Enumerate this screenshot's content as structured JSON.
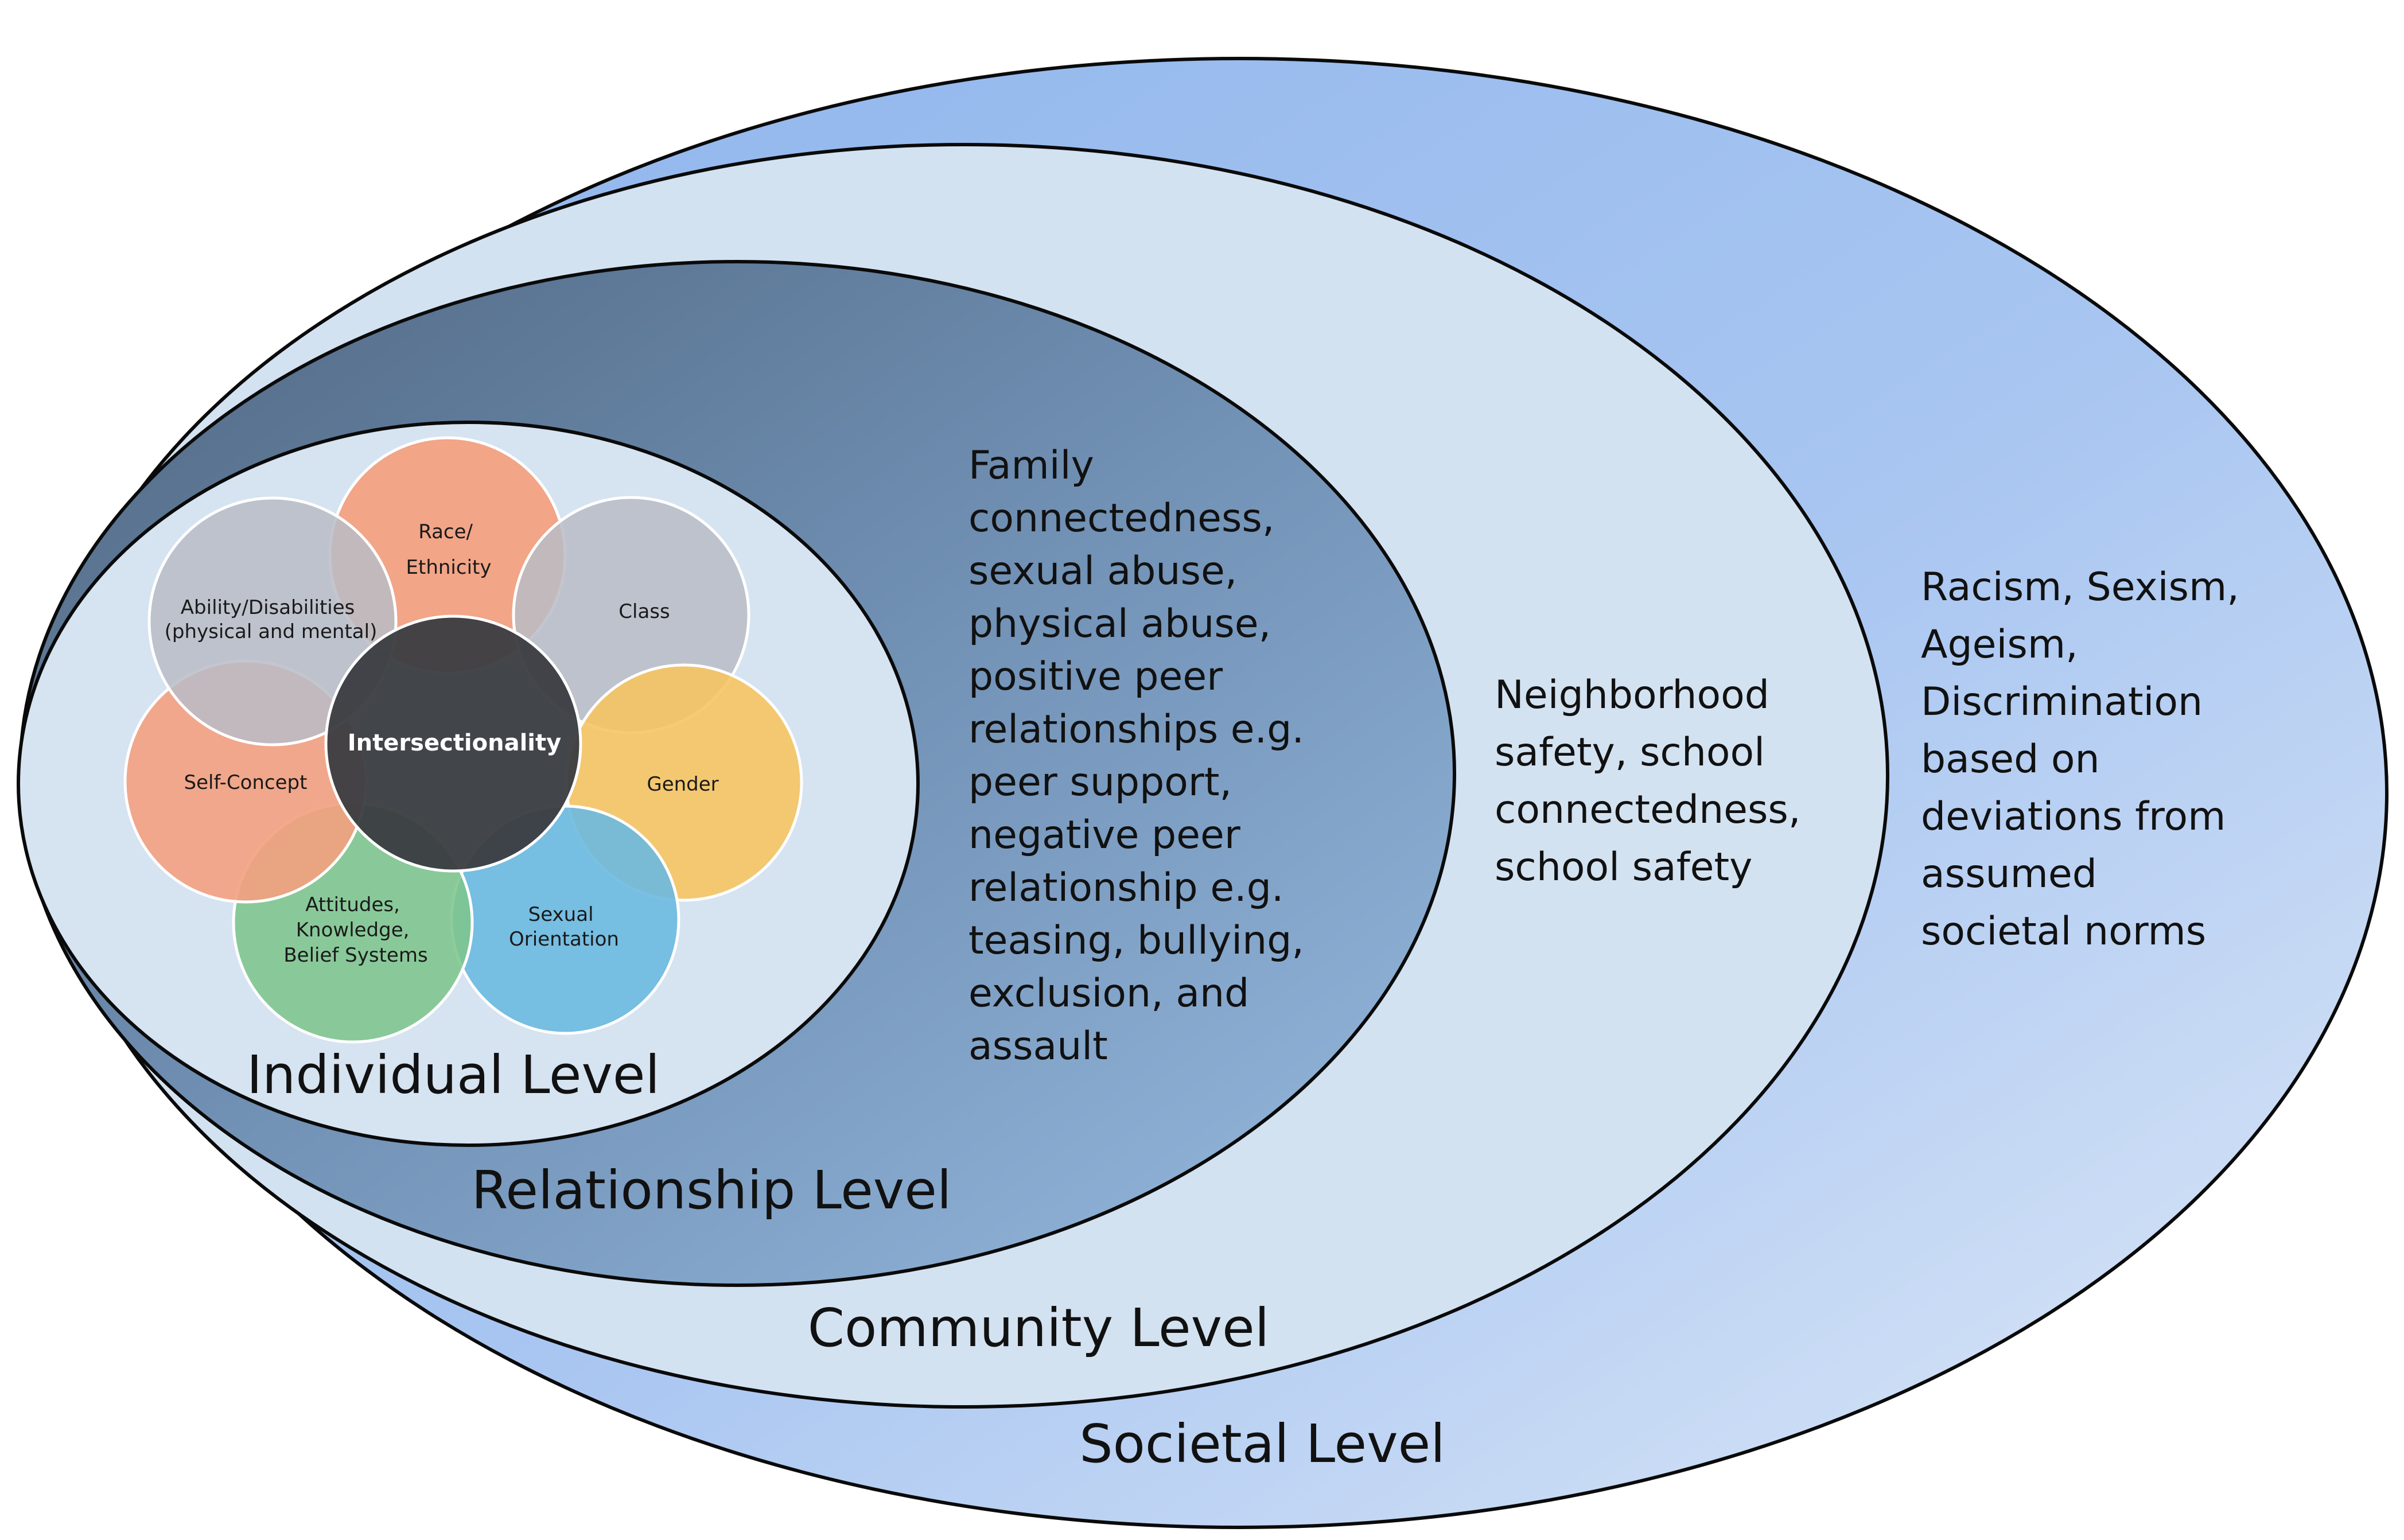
{
  "levels": {
    "societal": {
      "title": "Societal Level",
      "lines": [
        "Racism, Sexism,",
        "Ageism,",
        "Discrimination",
        "based on",
        "deviations from",
        "assumed",
        "societal norms"
      ]
    },
    "community": {
      "title": "Community Level",
      "lines": [
        "Neighborhood",
        "safety, school",
        "connectedness,",
        "school safety"
      ]
    },
    "relationship": {
      "title": "Relationship Level",
      "lines": [
        "Family",
        "connectedness,",
        "sexual abuse,",
        "physical abuse,",
        "positive peer",
        "relationships e.g.",
        "peer support,",
        "negative peer",
        "relationship e.g.",
        "teasing, bullying,",
        "exclusion, and",
        "assault"
      ]
    },
    "individual": {
      "title": "Individual Level"
    }
  },
  "core": {
    "label": "Intersectionality"
  },
  "petals": [
    {
      "key": "race",
      "lines": [
        "Race/",
        "Ethnicity"
      ],
      "color": "#F4A07F"
    },
    {
      "key": "class",
      "lines": [
        "Class"
      ],
      "color": "#B8BCC6"
    },
    {
      "key": "gender",
      "lines": [
        "Gender"
      ],
      "color": "#F7C45F"
    },
    {
      "key": "sexual-orientation",
      "lines": [
        "Sexual",
        "Orientation"
      ],
      "color": "#6BB9E0"
    },
    {
      "key": "attitudes",
      "lines": [
        "Attitudes,",
        "Knowledge,",
        "Belief Systems"
      ],
      "color": "#7EC58C"
    },
    {
      "key": "self-concept",
      "lines": [
        "Self-Concept"
      ],
      "color": "#F4A07F"
    },
    {
      "key": "ability",
      "lines": [
        "Ability/Disabilities",
        "(physical and mental)"
      ],
      "color": "#B8BCC6"
    }
  ],
  "colors": {
    "societal_fill": "#A9C6F1",
    "community_fill": "#D3E2F1",
    "relationship_dark": "#5D7590",
    "relationship_light": "#8FB3DB",
    "individual_fill": "#D6E3F1",
    "core_fill": "#3A3C40"
  }
}
